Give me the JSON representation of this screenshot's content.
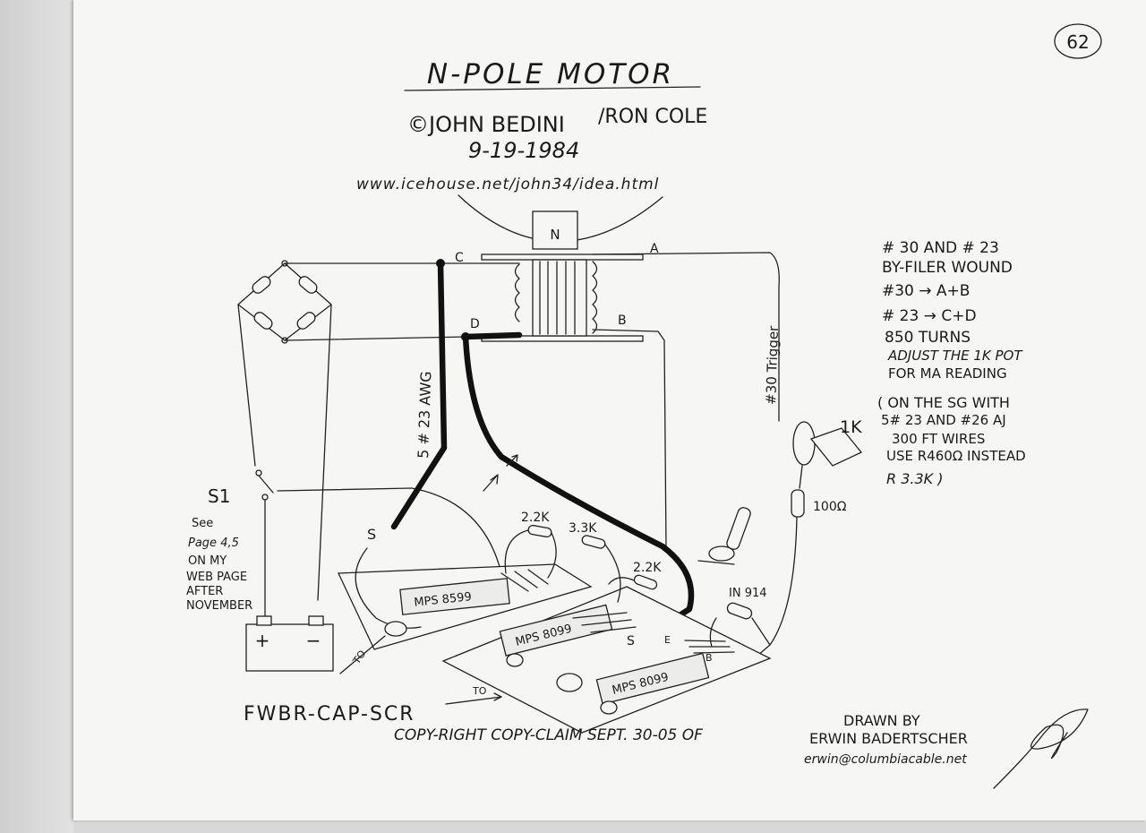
{
  "page_number": "62",
  "title": "N-POLE MOTOR",
  "copyright_line": "©JOHN BEDINI",
  "coauthor": "/RON COLE",
  "date": "9-19-1984",
  "url": "www.icehouse.net/john34/idea.html",
  "magnet_label": "N",
  "coil_terminals": {
    "a": "A",
    "b": "B",
    "c": "C",
    "d": "D"
  },
  "wire_label_left": "5 # 23 AWG",
  "wire_label_trigger": "#30 Trigger",
  "notes": [
    "# 30 AND # 23",
    "BY-FILER WOUND",
    "#30 → A+B",
    "# 23 → C+D",
    "850 TURNS",
    "ADJUST THE 1K POT",
    "FOR MA READING",
    "( ON THE SG WITH",
    "5# 23 AND #26 AJ",
    "300 FT WIRES",
    "USE R460Ω INSTEAD",
    "R 3.3K )"
  ],
  "pot_label": "1K",
  "resistor_100": "100Ω",
  "switch_label": "S1",
  "see_note": [
    "See",
    "Page 4,5",
    "ON MY",
    "WEB PAGE",
    "AFTER",
    "NOVEMBER"
  ],
  "battery": {
    "plus": "+",
    "minus": "−"
  },
  "resistors": {
    "r1": "2.2K",
    "r2": "3.3K",
    "r3": "2.2K"
  },
  "diode": "IN 914",
  "transistors": [
    "MPS 8599",
    "MPS 8099",
    "MPS 8099"
  ],
  "small_labels": {
    "s_top": "S",
    "s_board": "S",
    "e": "E",
    "b": "B",
    "to1": "TO",
    "to2": "TO"
  },
  "bottom_left": "FWBR-CAP-SCR",
  "copyright_claim": "COPY-RIGHT COPY-CLAIM  SEPT. 30-05  OF",
  "drawn_by": "DRAWN BY",
  "drawn_by_name": "ERWIN BADERTSCHER",
  "email": "erwin@columbiacable.net"
}
